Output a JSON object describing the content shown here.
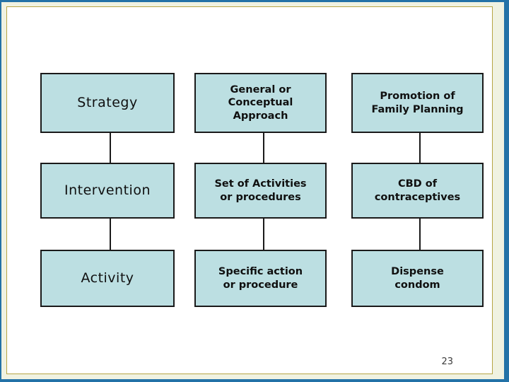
{
  "colors": {
    "outer_border": "#2372a7",
    "inner_band": "#f0f2e1",
    "gold_line": "#b5a544",
    "box_fill": "#bcdfe2"
  },
  "page_number": "23",
  "matrix": {
    "rows": [
      {
        "cells": [
          {
            "label": "Strategy"
          },
          {
            "label": "General or\nConceptual\nApproach"
          },
          {
            "label": "Promotion of\nFamily Planning"
          }
        ]
      },
      {
        "cells": [
          {
            "label": "Intervention"
          },
          {
            "label": "Set of Activities\nor procedures"
          },
          {
            "label": "CBD of\ncontraceptives"
          }
        ]
      },
      {
        "cells": [
          {
            "label": "Activity"
          },
          {
            "label": "Specific action\nor procedure"
          },
          {
            "label": "Dispense\ncondom"
          }
        ]
      }
    ]
  }
}
